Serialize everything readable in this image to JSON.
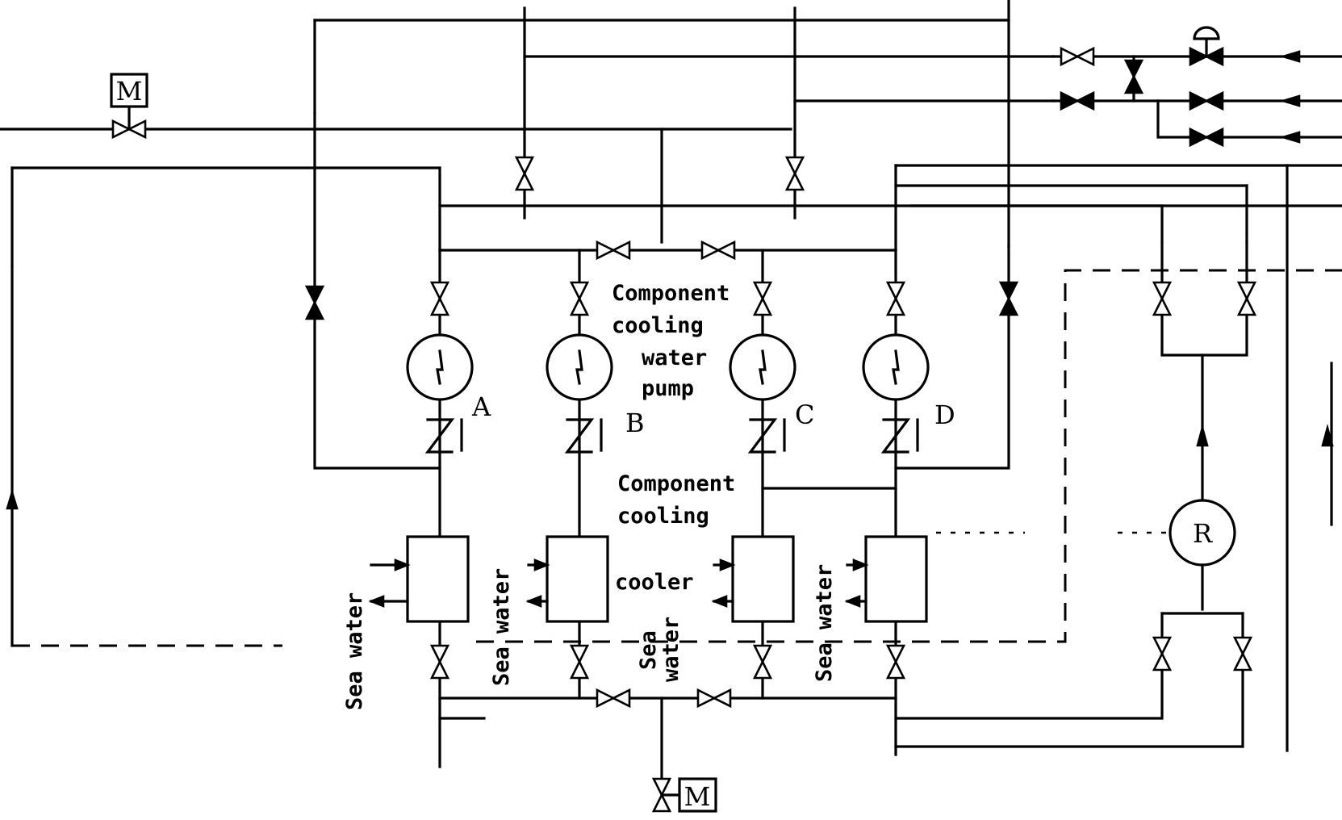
{
  "diagram": {
    "labels": {
      "pump_line1": "Component",
      "pump_line2": "cooling",
      "pump_line3": "water",
      "pump_line4": "pump",
      "cooler_line1": "Component",
      "cooler_line2": "cooling",
      "cooler_line3": "cooler",
      "sea_water_a": "Sea water",
      "sea_water_b": "Sea water",
      "sea_water_c_line1": "Sea",
      "sea_water_c_line2": "water",
      "sea_water_d": "Sea water"
    },
    "trains": [
      {
        "id": "A",
        "label": "A"
      },
      {
        "id": "B",
        "label": "B"
      },
      {
        "id": "C",
        "label": "C"
      },
      {
        "id": "D",
        "label": "D"
      }
    ],
    "motor_valve_top": "M",
    "motor_valve_bottom": "M",
    "regenerative_hx": "R"
  }
}
